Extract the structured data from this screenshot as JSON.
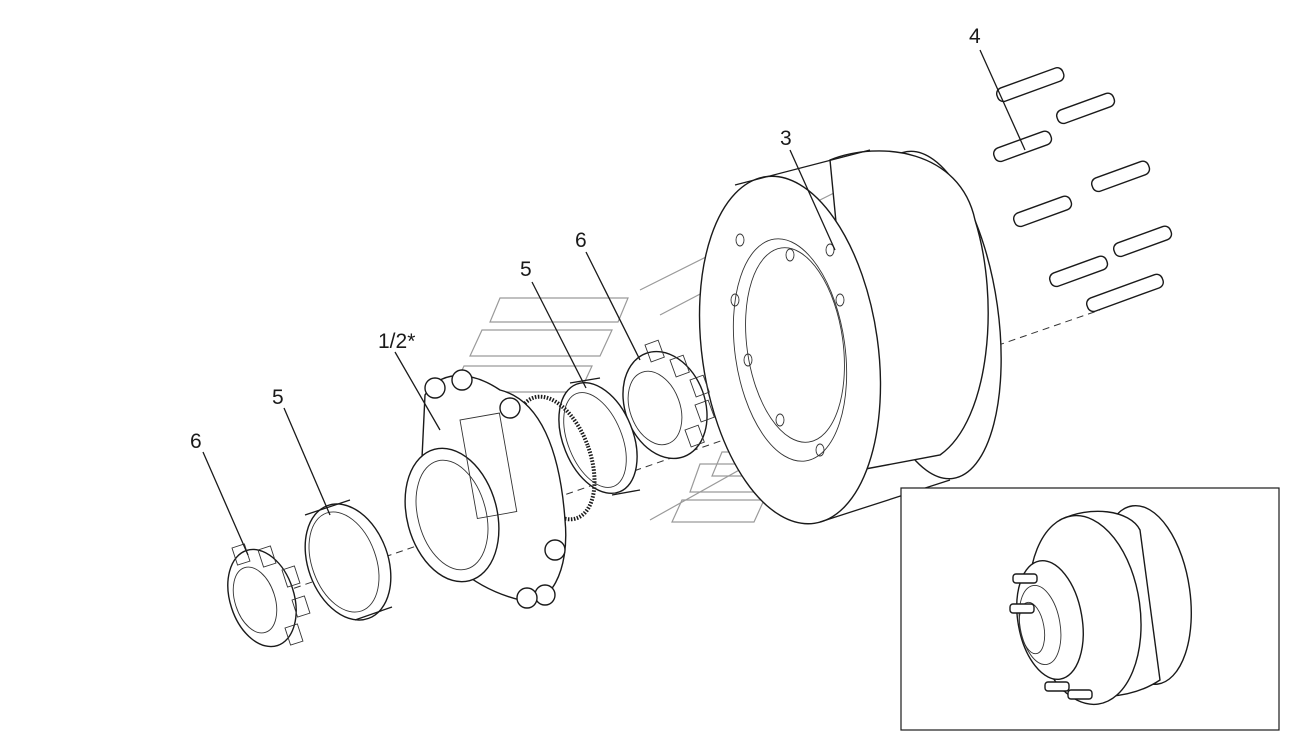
{
  "diagram": {
    "callouts": [
      {
        "id": "bearing-cone-left",
        "text": "6"
      },
      {
        "id": "bearing-cup-left",
        "text": "5"
      },
      {
        "id": "hub",
        "text": "1/2*"
      },
      {
        "id": "bearing-cup-right",
        "text": "5"
      },
      {
        "id": "bearing-cone-right",
        "text": "6"
      },
      {
        "id": "brake-drum",
        "text": "3"
      },
      {
        "id": "wheel-studs",
        "text": "4"
      }
    ],
    "parts": [
      "bearing-cone",
      "bearing-cup",
      "hub",
      "abs-tone-ring",
      "bearing-cup",
      "bearing-cone",
      "brake-drum",
      "wheel-stud"
    ],
    "inset": {
      "description_shown": false
    }
  }
}
